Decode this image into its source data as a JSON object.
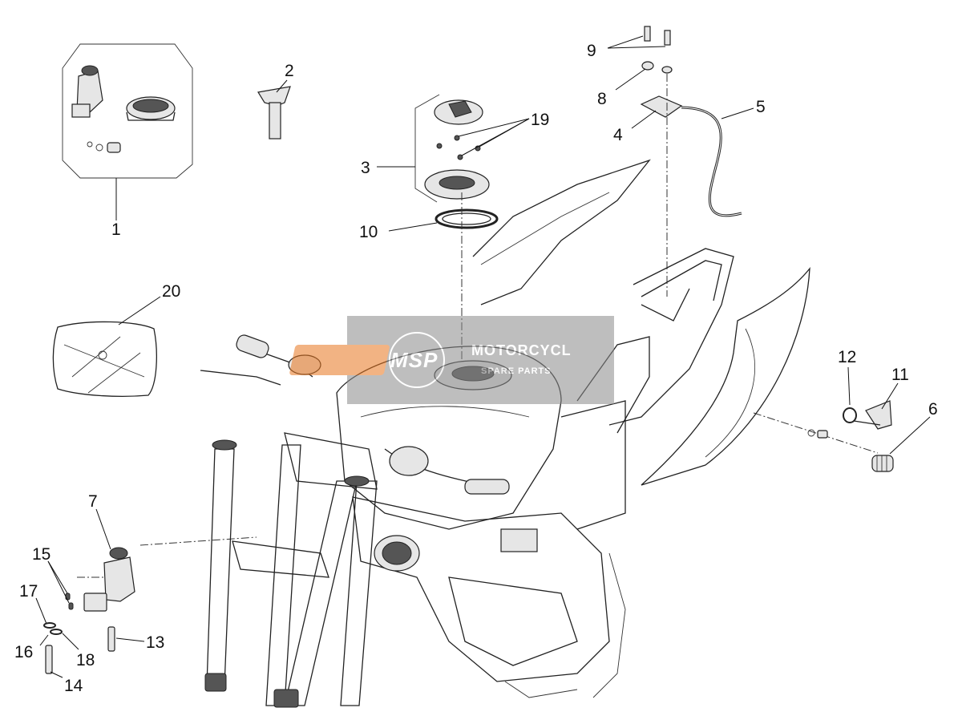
{
  "watermark": {
    "logo_text": "MSP",
    "brand_text": "MOTORCYCL",
    "sub_text": "SPARE PARTS"
  },
  "callouts": {
    "c1": "1",
    "c2": "2",
    "c3": "3",
    "c4": "4",
    "c5": "5",
    "c6": "6",
    "c7": "7",
    "c8": "8",
    "c9": "9",
    "c10": "10",
    "c11": "11",
    "c12": "12",
    "c13": "13",
    "c14": "14",
    "c15": "15",
    "c16": "16",
    "c17": "17",
    "c18": "18",
    "c19": "19",
    "c20": "20"
  },
  "colors": {
    "watermark_bg": "#8a8a8a",
    "watermark_accent": "#e8761f",
    "line": "#222222"
  }
}
